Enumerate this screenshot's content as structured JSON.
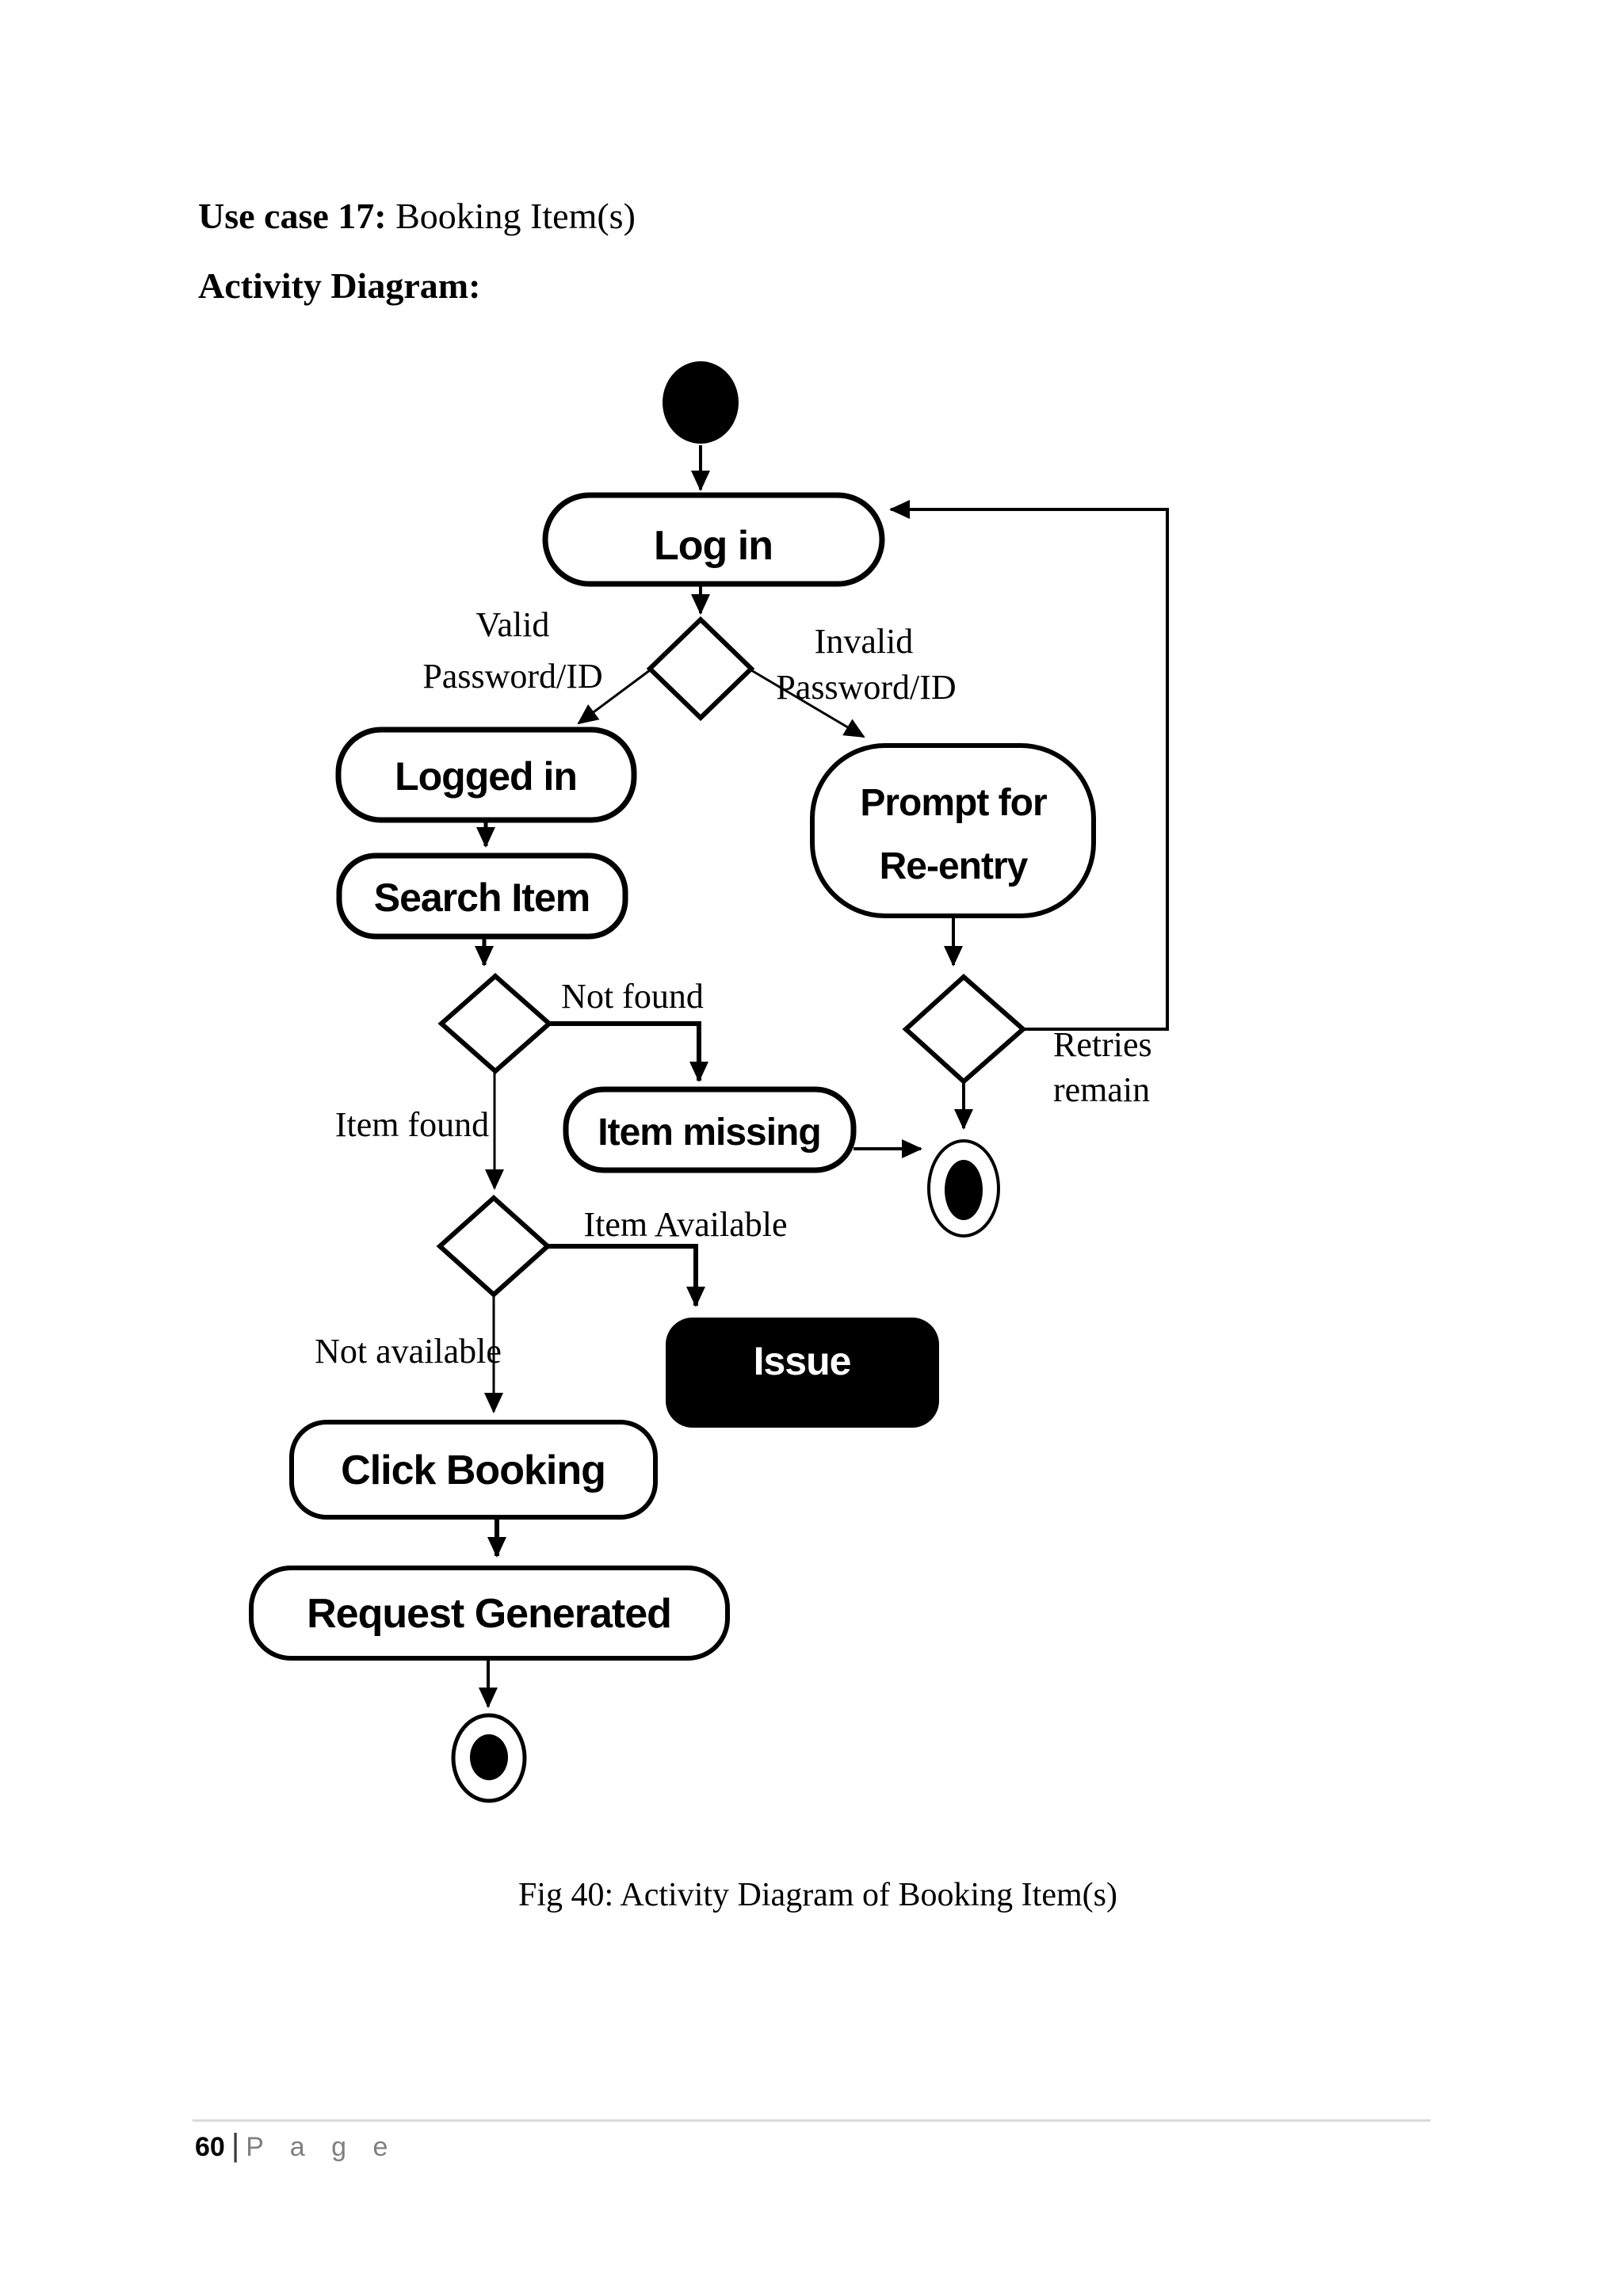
{
  "page": {
    "header": {
      "usecase_bold": "Use case 17:",
      "usecase_rest": " Booking Item(s)",
      "section_title": "Activity Diagram:"
    },
    "caption": "Fig 40: Activity Diagram of Booking Item(s)",
    "footer": {
      "page_number": "60",
      "separator": "|",
      "page_label": "P a g e"
    }
  },
  "diagram": {
    "type": "uml-activity-diagram",
    "nodes": {
      "start": "start",
      "login": "Log in",
      "logged_in": "Logged in",
      "search_item": "Search Item",
      "prompt_line1": "Prompt for",
      "prompt_line2": "Re-entry",
      "item_missing": "Item missing",
      "issue": "Issue",
      "click_booking": "Click Booking",
      "request_generated": "Request Generated",
      "end_retries": "end",
      "end_final": "end"
    },
    "edge_labels": {
      "valid_line1": "Valid",
      "valid_line2": "Password/ID",
      "invalid_line1": "Invalid",
      "invalid_line2": "Password/ID",
      "not_found": "Not found",
      "item_found": "Item found",
      "item_available": "Item Available",
      "not_available": "Not available",
      "retries_line1": "Retries",
      "retries_line2": "remain"
    },
    "edges": [
      {
        "from": "Start",
        "to": "Log in",
        "label": ""
      },
      {
        "from": "Log in",
        "to": "Password decision",
        "label": ""
      },
      {
        "from": "Password decision",
        "to": "Logged in",
        "label": "Valid Password/ID"
      },
      {
        "from": "Password decision",
        "to": "Prompt for Re-entry",
        "label": "Invalid Password/ID"
      },
      {
        "from": "Logged in",
        "to": "Search Item",
        "label": ""
      },
      {
        "from": "Search Item",
        "to": "Search decision",
        "label": ""
      },
      {
        "from": "Search decision",
        "to": "Item missing",
        "label": "Not found"
      },
      {
        "from": "Search decision",
        "to": "Availability decision",
        "label": "Item found"
      },
      {
        "from": "Item missing",
        "to": "End node",
        "label": ""
      },
      {
        "from": "Availability decision",
        "to": "Issue",
        "label": "Item Available"
      },
      {
        "from": "Availability decision",
        "to": "Click Booking",
        "label": "Not available"
      },
      {
        "from": "Click Booking",
        "to": "Request Generated",
        "label": ""
      },
      {
        "from": "Request Generated",
        "to": "Final end node",
        "label": ""
      },
      {
        "from": "Prompt for Re-entry",
        "to": "Retry decision",
        "label": ""
      },
      {
        "from": "Retry decision",
        "to": "Log in",
        "label": "Retries remain"
      },
      {
        "from": "Retry decision",
        "to": "End node",
        "label": ""
      }
    ],
    "colors": {
      "line": "#000000",
      "node_fill": "#ffffff",
      "issue_fill": "#000000",
      "issue_text": "#ffffff",
      "footer_gray": "#7f7f7f",
      "rule_gray": "#d9d9d9"
    }
  }
}
